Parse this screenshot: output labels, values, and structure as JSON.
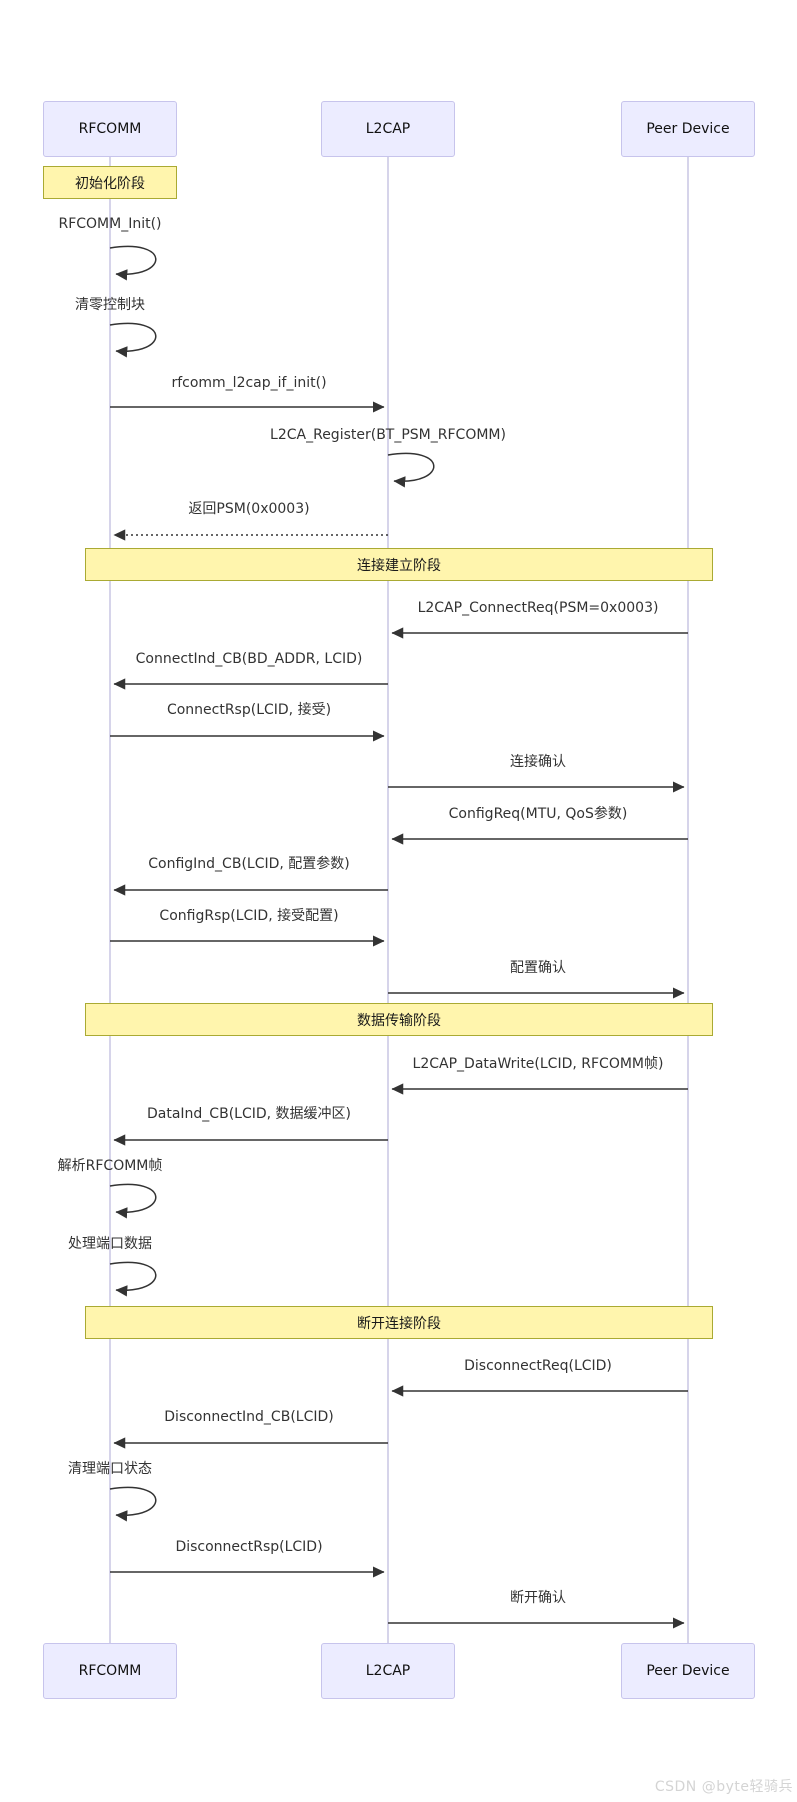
{
  "diagram": {
    "participants": [
      {
        "name": "RFCOMM"
      },
      {
        "name": "L2CAP"
      },
      {
        "name": "Peer Device"
      }
    ],
    "phases": [
      {
        "label": "初始化阶段"
      },
      {
        "label": "连接建立阶段"
      },
      {
        "label": "数据传输阶段"
      },
      {
        "label": "断开连接阶段"
      }
    ],
    "messages": [
      {
        "label": "RFCOMM_Init()",
        "from": "RFCOMM",
        "to": "RFCOMM",
        "kind": "self"
      },
      {
        "label": "清零控制块",
        "from": "RFCOMM",
        "to": "RFCOMM",
        "kind": "self"
      },
      {
        "label": "rfcomm_l2cap_if_init()",
        "from": "RFCOMM",
        "to": "L2CAP",
        "kind": "solid"
      },
      {
        "label": "L2CA_Register(BT_PSM_RFCOMM)",
        "from": "L2CAP",
        "to": "L2CAP",
        "kind": "self"
      },
      {
        "label": "返回PSM(0x0003)",
        "from": "L2CAP",
        "to": "RFCOMM",
        "kind": "dotted"
      },
      {
        "label": "L2CAP_ConnectReq(PSM=0x0003)",
        "from": "Peer Device",
        "to": "L2CAP",
        "kind": "solid"
      },
      {
        "label": "ConnectInd_CB(BD_ADDR, LCID)",
        "from": "L2CAP",
        "to": "RFCOMM",
        "kind": "solid"
      },
      {
        "label": "ConnectRsp(LCID, 接受)",
        "from": "RFCOMM",
        "to": "L2CAP",
        "kind": "solid"
      },
      {
        "label": "连接确认",
        "from": "L2CAP",
        "to": "Peer Device",
        "kind": "solid"
      },
      {
        "label": "ConfigReq(MTU, QoS参数)",
        "from": "Peer Device",
        "to": "L2CAP",
        "kind": "solid"
      },
      {
        "label": "ConfigInd_CB(LCID, 配置参数)",
        "from": "L2CAP",
        "to": "RFCOMM",
        "kind": "solid"
      },
      {
        "label": "ConfigRsp(LCID, 接受配置)",
        "from": "RFCOMM",
        "to": "L2CAP",
        "kind": "solid"
      },
      {
        "label": "配置确认",
        "from": "L2CAP",
        "to": "Peer Device",
        "kind": "solid"
      },
      {
        "label": "L2CAP_DataWrite(LCID, RFCOMM帧)",
        "from": "Peer Device",
        "to": "L2CAP",
        "kind": "solid"
      },
      {
        "label": "DataInd_CB(LCID, 数据缓冲区)",
        "from": "L2CAP",
        "to": "RFCOMM",
        "kind": "solid"
      },
      {
        "label": "解析RFCOMM帧",
        "from": "RFCOMM",
        "to": "RFCOMM",
        "kind": "self"
      },
      {
        "label": "处理端口数据",
        "from": "RFCOMM",
        "to": "RFCOMM",
        "kind": "self"
      },
      {
        "label": "DisconnectReq(LCID)",
        "from": "Peer Device",
        "to": "L2CAP",
        "kind": "solid"
      },
      {
        "label": "DisconnectInd_CB(LCID)",
        "from": "L2CAP",
        "to": "RFCOMM",
        "kind": "solid"
      },
      {
        "label": "清理端口状态",
        "from": "RFCOMM",
        "to": "RFCOMM",
        "kind": "self"
      },
      {
        "label": "DisconnectRsp(LCID)",
        "from": "RFCOMM",
        "to": "L2CAP",
        "kind": "solid"
      },
      {
        "label": "断开确认",
        "from": "L2CAP",
        "to": "Peer Device",
        "kind": "solid"
      }
    ],
    "watermark": "CSDN @byte轻骑兵",
    "colors": {
      "actor_fill": "#ECECFF",
      "actor_border": "#c7c4ec",
      "note_fill": "#FFF5AD",
      "note_border": "#AAAA33",
      "lifeline": "#c9c6e3",
      "arrow": "#333333",
      "watermark": "#d4d4d4"
    }
  }
}
